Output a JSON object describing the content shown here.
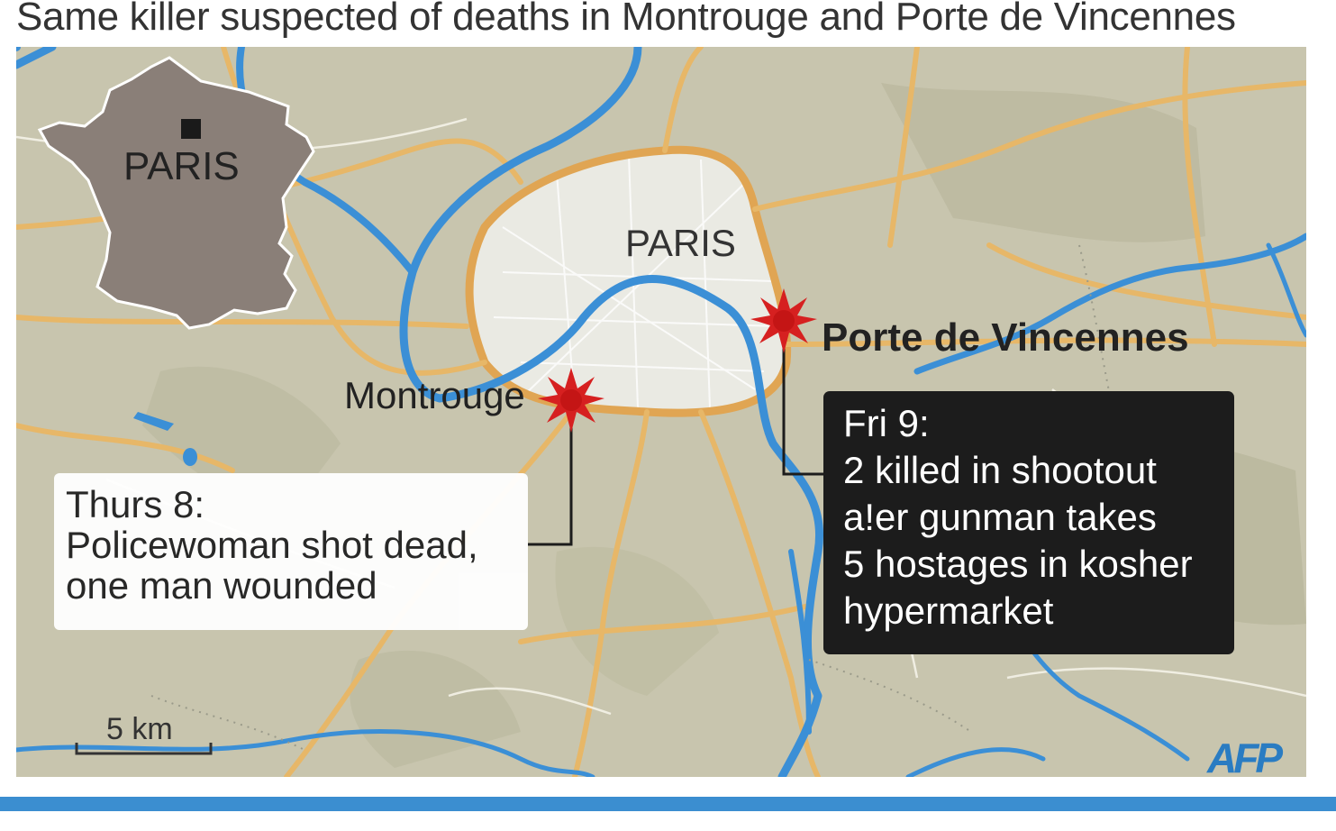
{
  "title": "Same killer suspected of deaths in Montrouge and Porte de Vincennes",
  "inset": {
    "label": "PARIS"
  },
  "map": {
    "city_label": "PARIS",
    "locations": [
      {
        "name": "Montrouge"
      },
      {
        "name": "Porte de Vincennes"
      }
    ],
    "scale_label": "5 km",
    "source": "AFP"
  },
  "events": {
    "thursday": {
      "heading": "Thurs 8:",
      "lines": [
        "Policewoman shot dead,",
        "one man wounded"
      ]
    },
    "friday": {
      "heading": "Fri 9:",
      "lines": [
        "2 killed in shootout",
        "a!er gunman takes",
        "5 hostages in kosher",
        "hypermarket"
      ]
    }
  },
  "colors": {
    "land": "#c9c6b0",
    "urban": "#e9e9e3",
    "water": "#3b8fd6",
    "road": "#e9b865",
    "marker": "#d62020",
    "france_inset": "#8a7f78",
    "accent_bar": "#3b8ed0"
  }
}
